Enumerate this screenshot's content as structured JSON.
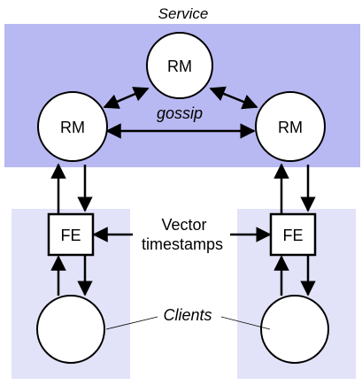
{
  "labels": {
    "service": "Service",
    "rm_top": "RM",
    "rm_left": "RM",
    "rm_right": "RM",
    "gossip": "gossip",
    "fe_left": "FE",
    "fe_right": "FE",
    "vector_line1": "Vector",
    "vector_line2": "timestamps",
    "clients": "Clients"
  },
  "colors": {
    "service_region": "#b8b8f2",
    "client_region": "#e2e2f8",
    "stroke": "#000000",
    "node_fill": "#ffffff"
  }
}
